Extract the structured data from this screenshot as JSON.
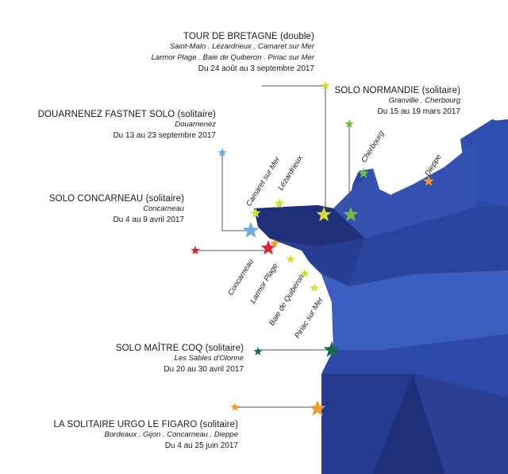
{
  "events": [
    {
      "title": "TOUR DE BRETAGNE (double)",
      "places": [
        "Saint-Malo . Lézardrieux . Camaret sur Mer",
        "Larmor Plage . Baie de Quiberon . Piriac sur Mer"
      ],
      "dates": "Du 24 août au 3 septembre 2017",
      "color": "#d8dc3a"
    },
    {
      "title": "SOLO NORMANDIE (solitaire)",
      "places": [
        "Granville . Cherbourg"
      ],
      "dates": "Du 15 au 19 mars 2017",
      "color": "#6fbf44"
    },
    {
      "title": "DOUARNENEZ FASTNET SOLO (solitaire)",
      "places": [
        "Douarnenez"
      ],
      "dates": "Du 13 au 23 septembre 2017",
      "color": "#6aaee6"
    },
    {
      "title": "SOLO CONCARNEAU (solitaire)",
      "places": [
        "Concarneau"
      ],
      "dates": "Du 4 au 9 avril 2017",
      "color": "#e0202a"
    },
    {
      "title": "SOLO MAÎTRE COQ (solitaire)",
      "places": [
        "Les Sables d'Olonne"
      ],
      "dates": "Du 20 au 30 avril 2017",
      "color": "#1e6b4a"
    },
    {
      "title": "LA SOLITAIRE URGO LE FIGARO (solitaire)",
      "places": [
        "Bordeaux . Gijon . Concarneau . Dieppe"
      ],
      "dates": "Du 4 au 25 juin 2017",
      "color": "#f29a2e"
    }
  ],
  "cities": {
    "camaret": "Camaret sur Mer",
    "lezardrieux": "Lézardrieux",
    "cherbourg": "Cherbourg",
    "dieppe": "Dieppe",
    "concarneau": "Concarneau",
    "larmor": "Larmor Plage",
    "quiberon": "Baie de Quiberon",
    "piriac": "Piriac sur Mer"
  },
  "colors": {
    "sea_dark": "#1f2f7a",
    "sea_mid": "#2b49a3",
    "sea_light": "#3d63c4",
    "line": "#555555"
  }
}
